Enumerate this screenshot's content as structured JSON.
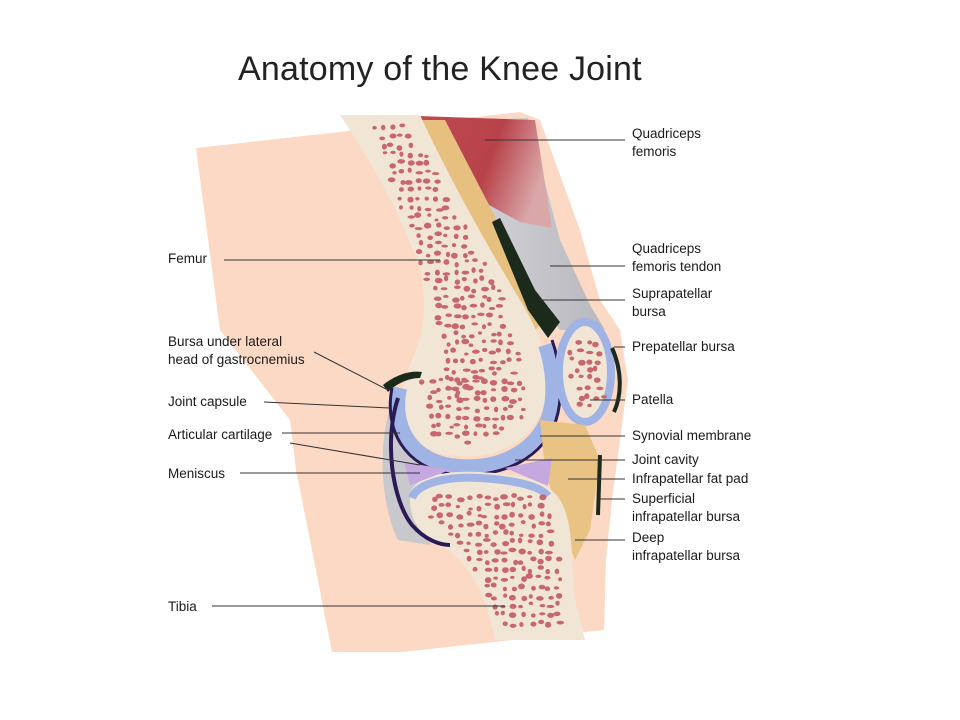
{
  "title": "Anatomy of the Knee Joint",
  "labels": {
    "quadriceps_femoris": [
      "Quadriceps",
      "femoris"
    ],
    "femur": [
      "Femur"
    ],
    "quadriceps_tendon": [
      "Quadriceps",
      "femoris tendon"
    ],
    "suprapatellar_bursa": [
      "Suprapatellar",
      "bursa"
    ],
    "bursa_gastrocnemius": [
      "Bursa under lateral",
      "head of gastrocnemius"
    ],
    "prepatellar_bursa": [
      "Prepatellar bursa"
    ],
    "joint_capsule": [
      "Joint capsule"
    ],
    "patella": [
      "Patella"
    ],
    "articular_cartilage": [
      "Articular cartilage"
    ],
    "synovial_membrane": [
      "Synovial membrane"
    ],
    "joint_cavity": [
      "Joint cavity"
    ],
    "meniscus": [
      "Meniscus"
    ],
    "infrapatellar_fat_pad": [
      "Infrapatellar fat pad"
    ],
    "superficial_infrapatellar_bursa": [
      "Superficial",
      "infrapatellar bursa"
    ],
    "deep_infrapatellar_bursa": [
      "Deep",
      "infrapatellar bursa"
    ],
    "tibia": [
      "Tibia"
    ]
  },
  "colors": {
    "skin": "#fcd9c4",
    "bone": "#f1e6d6",
    "marrow": "#c8676b",
    "muscle": "#b8424a",
    "cartilage": "#9fb3e4",
    "synovial": "#2a1a55",
    "fat": "#e8c383",
    "capsule": "#c7c7cb",
    "bursa": "#1c2a1c"
  }
}
